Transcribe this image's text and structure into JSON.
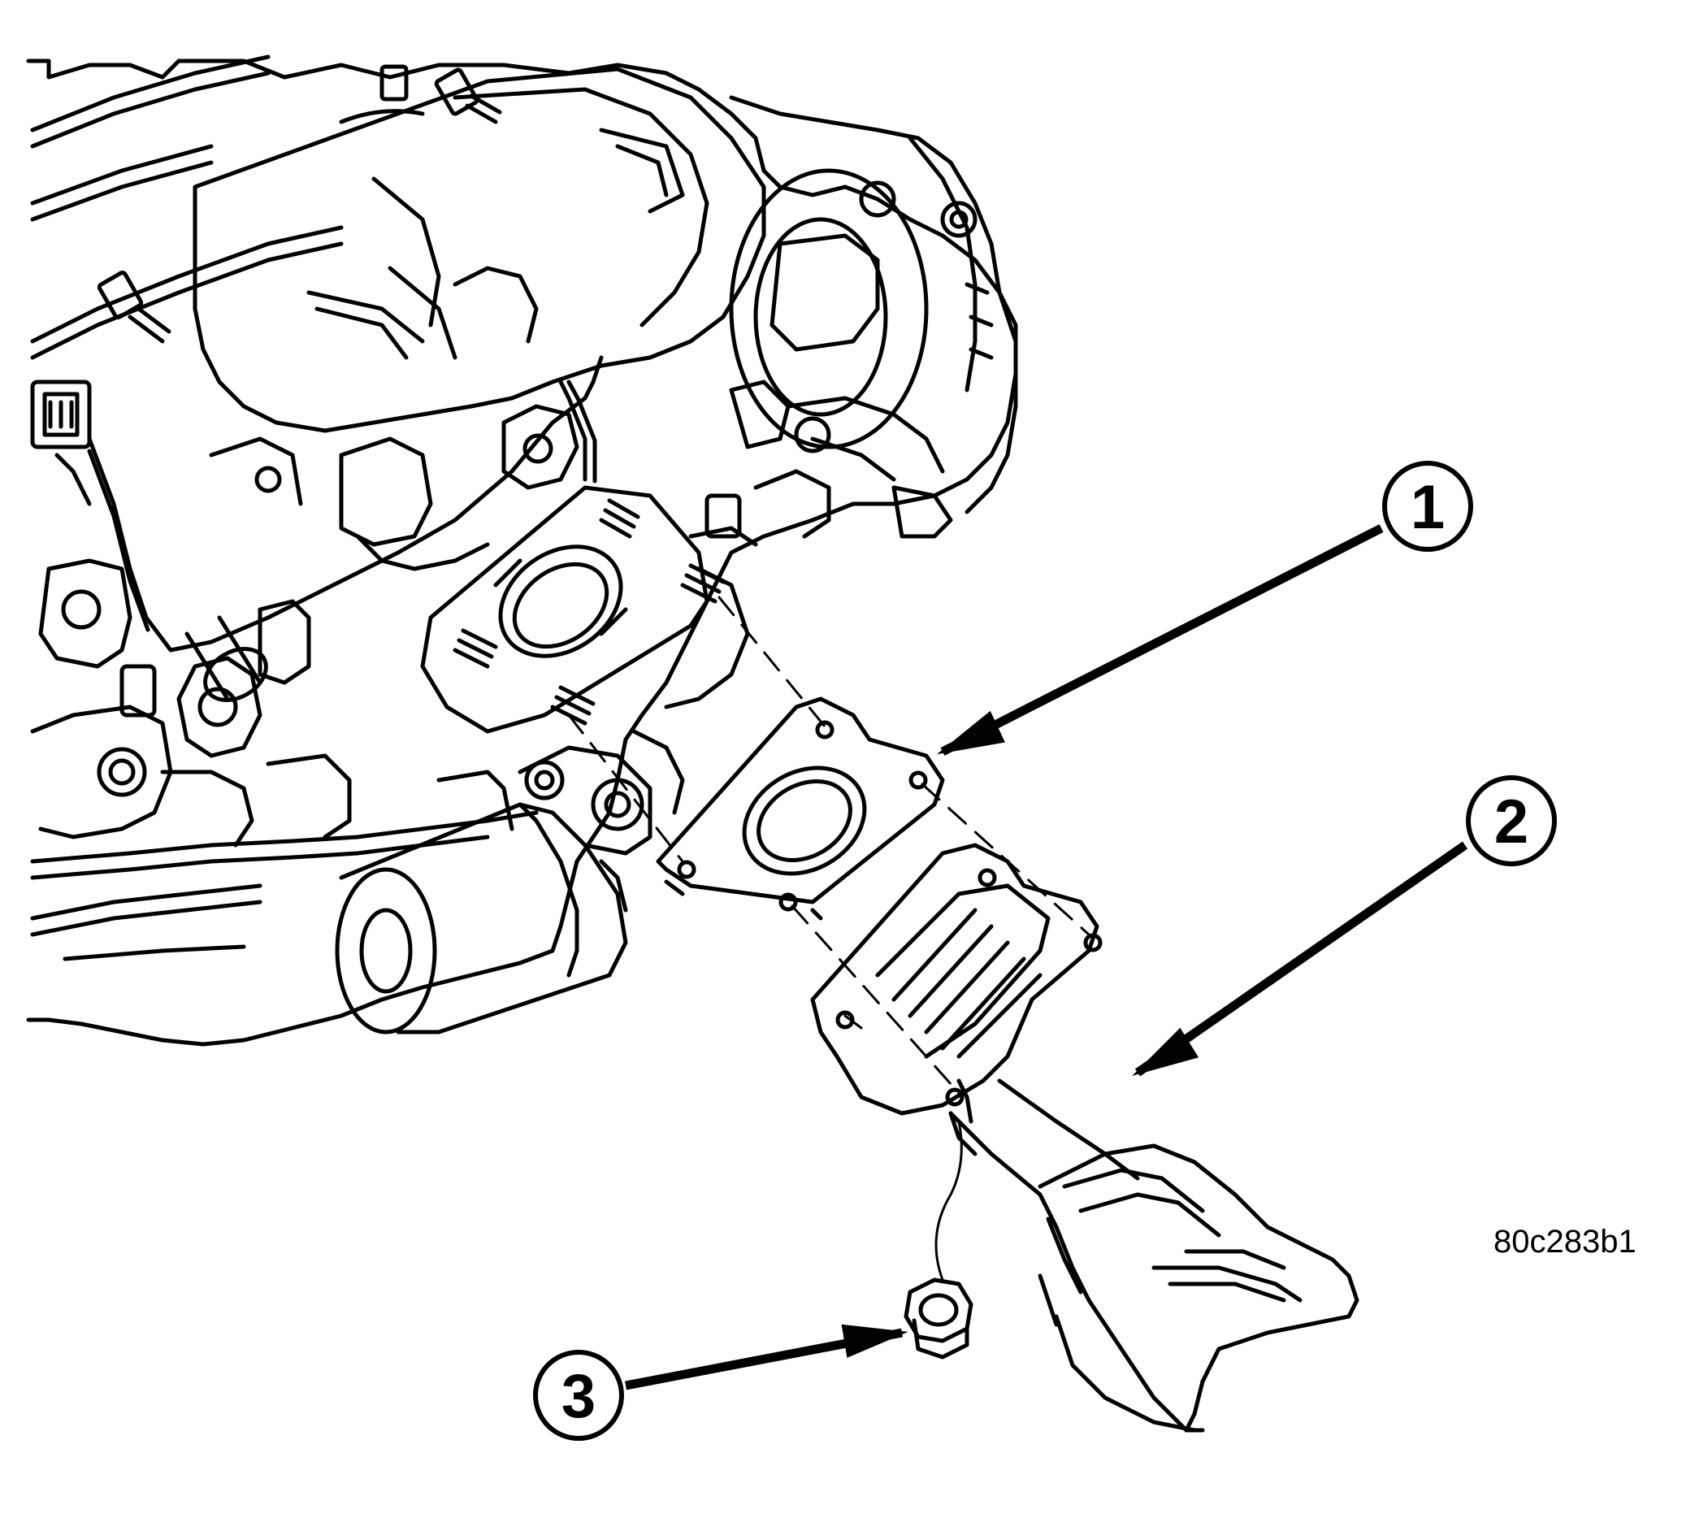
{
  "figure": {
    "id_code": "80c283b1"
  },
  "callouts": [
    {
      "number": "1"
    },
    {
      "number": "2"
    },
    {
      "number": "3"
    }
  ],
  "colors": {
    "line": "#000000",
    "background": "#ffffff"
  }
}
